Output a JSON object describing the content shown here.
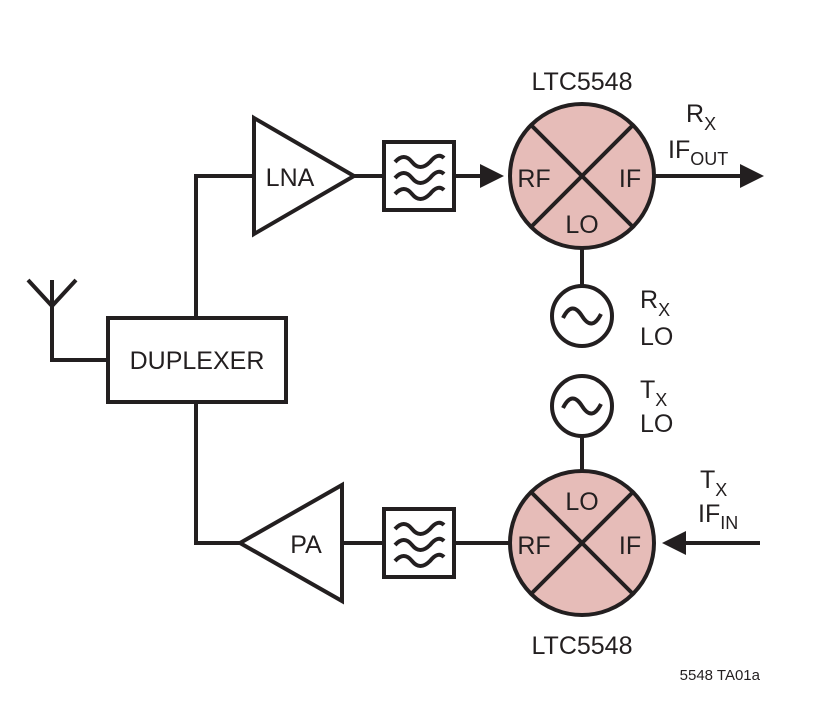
{
  "colors": {
    "mixer_fill": "#e6bcb8",
    "line": "#231f20"
  },
  "duplexer": {
    "label": "DUPLEXER"
  },
  "lna": {
    "label": "LNA"
  },
  "pa": {
    "label": "PA"
  },
  "rx_mixer": {
    "part": "LTC5548",
    "rf": "RF",
    "if": "IF",
    "lo": "LO"
  },
  "tx_mixer": {
    "part": "LTC5548",
    "rf": "RF",
    "if": "IF",
    "lo": "LO"
  },
  "rx_if_out": {
    "main1": "R",
    "sub1": "X",
    "main2": "IF",
    "sub2": "OUT"
  },
  "tx_if_in": {
    "main1": "T",
    "sub1": "X",
    "main2": "IF",
    "sub2": "IN"
  },
  "rx_lo": {
    "main": "R",
    "sub": "X",
    "line2": "LO"
  },
  "tx_lo": {
    "main": "T",
    "sub": "X",
    "line2": "LO"
  },
  "figure_id": "5548 TA01a"
}
